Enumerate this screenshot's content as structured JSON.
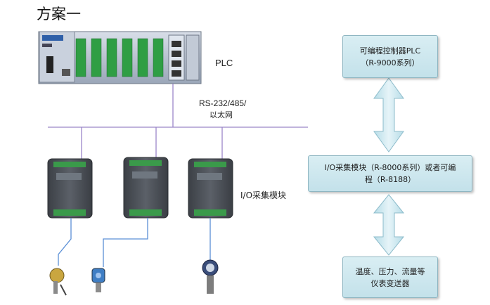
{
  "title": "方案一",
  "plc_label": "PLC",
  "bus_label_line1": "RS-232/485/",
  "bus_label_line2": "以太网",
  "io_label": "I/O采集模块",
  "flow_boxes": [
    {
      "line1": "可编程控制器PLC",
      "line2": "（R-9000系列）"
    },
    {
      "line1": "I/O采集模块（R-8000系列）或者可编",
      "line2": "程（R-8188）"
    },
    {
      "line1": "温度、压力、流量等",
      "line2": "仪表变送器"
    }
  ],
  "colors": {
    "bus_line": "#9a86c8",
    "sensor_wire": "#5a8fd6",
    "box_fill": "#cfe7ee",
    "arrow_fill": "#c8e6ee",
    "module_body": "#4a4f56",
    "terminal_green": "#3a9a4a"
  },
  "icons": {
    "plc": "plc-rack-icon",
    "io_module": "io-module-icon",
    "sensor_1": "temperature-sensor-icon",
    "sensor_2": "pressure-transmitter-icon",
    "sensor_3": "flow-meter-icon",
    "arrow": "double-arrow-icon"
  }
}
